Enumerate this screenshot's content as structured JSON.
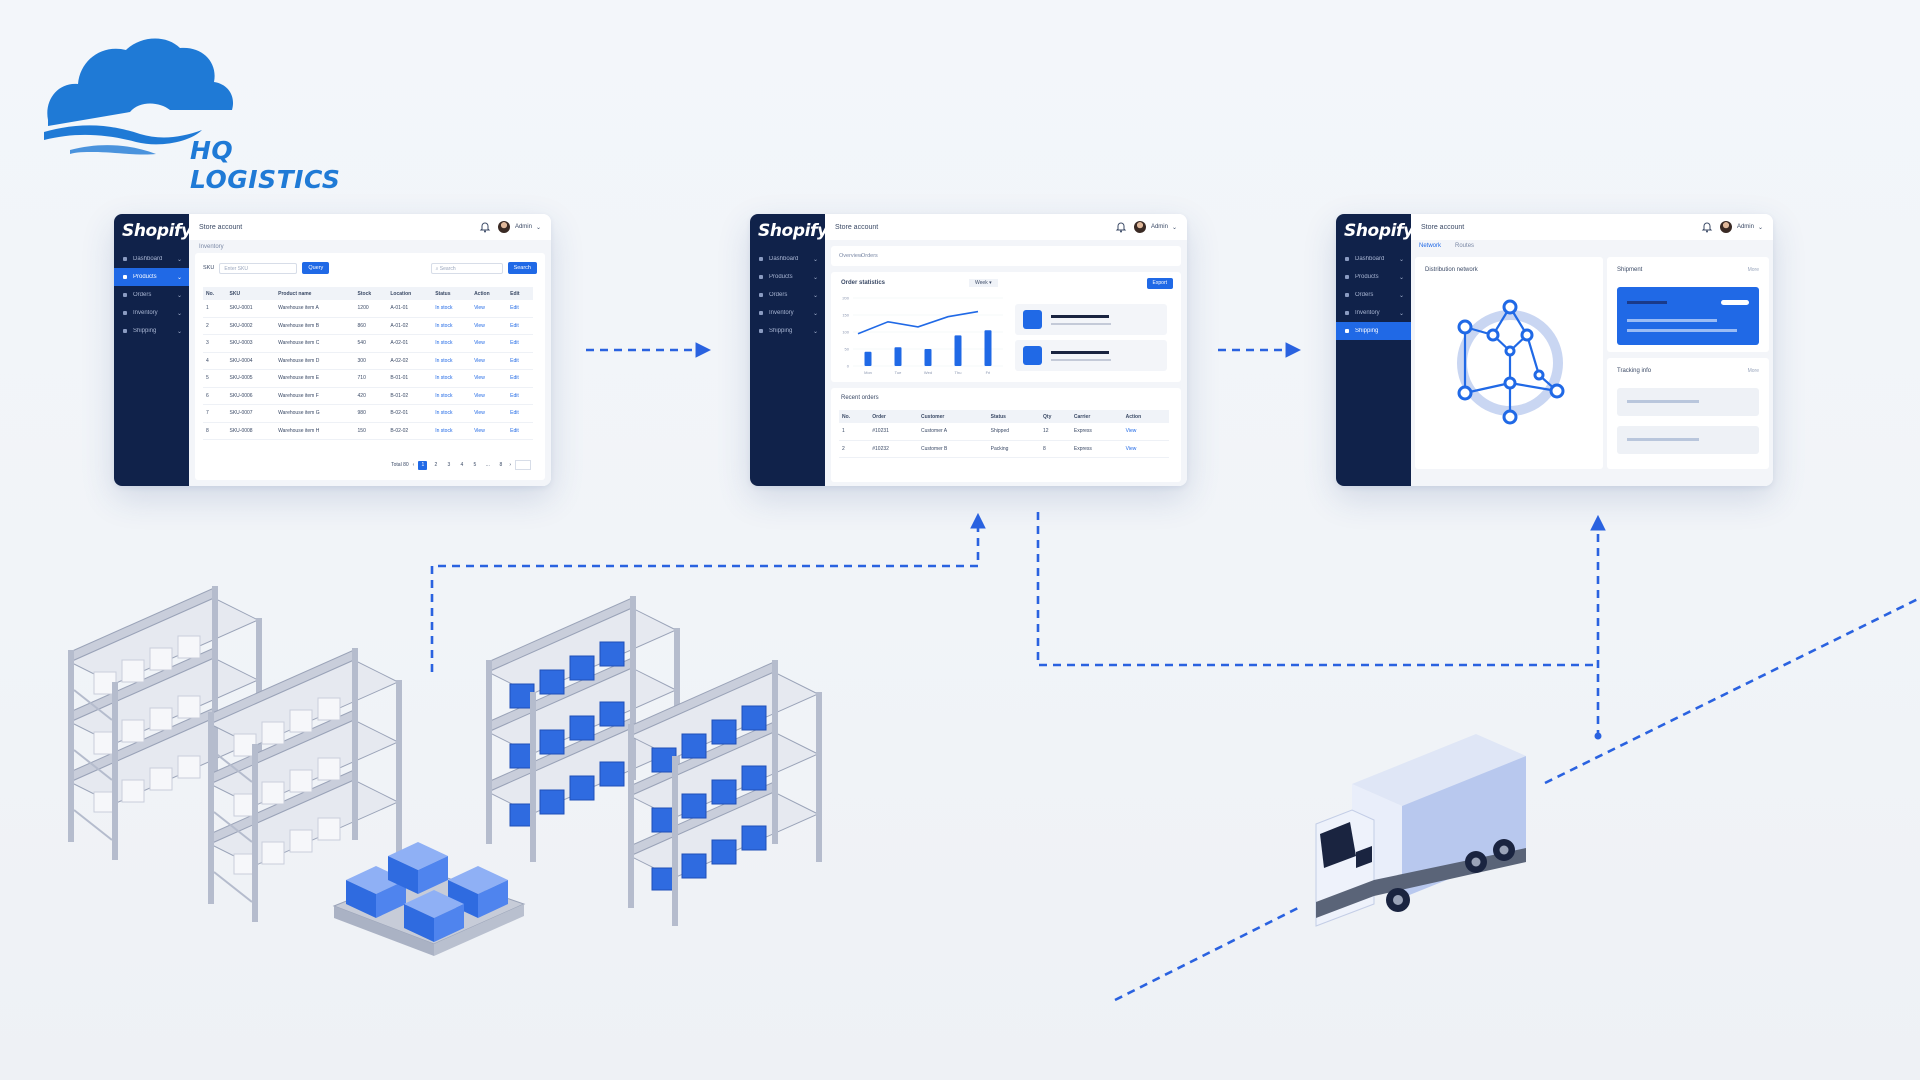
{
  "logo": {
    "text": "HQ LOGISTICS",
    "color": "#1f7ad6"
  },
  "colors": {
    "accent": "#2069e6",
    "sidebar": "#10224a",
    "flow_line": "#2a62e0"
  },
  "windows": [
    {
      "brand": "Shopify",
      "store": "Store account",
      "user": "Admin",
      "breadcrumb": "Inventory",
      "nav": [
        "Dashboard",
        "Products",
        "Orders",
        "Inventory",
        "Shipping"
      ],
      "active_nav": 1,
      "filter": {
        "label": "SKU",
        "placeholder": "Enter SKU",
        "button": "Query",
        "search_placeholder": "Search",
        "search_button": "Search"
      },
      "table": {
        "headers": [
          "No.",
          "SKU",
          "Product name",
          "Stock",
          "Location",
          "Status",
          "Action",
          "Edit"
        ],
        "rows": [
          [
            "1",
            "SKU-0001",
            "Warehouse item A",
            "1200",
            "A-01-01",
            "In stock",
            "View",
            "Edit"
          ],
          [
            "2",
            "SKU-0002",
            "Warehouse item B",
            "860",
            "A-01-02",
            "In stock",
            "View",
            "Edit"
          ],
          [
            "3",
            "SKU-0003",
            "Warehouse item C",
            "540",
            "A-02-01",
            "In stock",
            "View",
            "Edit"
          ],
          [
            "4",
            "SKU-0004",
            "Warehouse item D",
            "300",
            "A-02-02",
            "In stock",
            "View",
            "Edit"
          ],
          [
            "5",
            "SKU-0005",
            "Warehouse item E",
            "710",
            "B-01-01",
            "In stock",
            "View",
            "Edit"
          ],
          [
            "6",
            "SKU-0006",
            "Warehouse item F",
            "420",
            "B-01-02",
            "In stock",
            "View",
            "Edit"
          ],
          [
            "7",
            "SKU-0007",
            "Warehouse item G",
            "980",
            "B-02-01",
            "In stock",
            "View",
            "Edit"
          ],
          [
            "8",
            "SKU-0008",
            "Warehouse item H",
            "150",
            "B-02-02",
            "In stock",
            "View",
            "Edit"
          ]
        ]
      },
      "pager": {
        "total": "Total 80",
        "pages": [
          "1",
          "2",
          "3",
          "4",
          "5",
          "...",
          "8"
        ],
        "current": "1"
      }
    },
    {
      "brand": "Shopify",
      "store": "Store account",
      "user": "Admin",
      "nav": [
        "Dashboard",
        "Products",
        "Orders",
        "Inventory",
        "Shipping"
      ],
      "active_nav": -1,
      "head_tabs": [
        "Overview",
        "Orders"
      ],
      "chart": {
        "title": "Order statistics",
        "control": "Week",
        "button": "Export",
        "y_ticks": [
          "200",
          "150",
          "100",
          "50",
          "0"
        ],
        "categories": [
          "Mon",
          "Tue",
          "Wed",
          "Thu",
          "Fri"
        ],
        "bars": [
          42,
          55,
          50,
          90,
          105
        ],
        "line": [
          95,
          130,
          115,
          145,
          160
        ]
      },
      "table": {
        "title": "Recent orders",
        "headers": [
          "No.",
          "Order",
          "Customer",
          "Status",
          "Qty",
          "Carrier",
          "Action"
        ],
        "rows": [
          [
            "1",
            "#10231",
            "Customer A",
            "Shipped",
            "12",
            "Express",
            "View"
          ],
          [
            "2",
            "#10232",
            "Customer B",
            "Packing",
            "8",
            "Express",
            "View"
          ]
        ]
      }
    },
    {
      "brand": "Shopify",
      "store": "Store account",
      "user": "Admin",
      "nav": [
        "Dashboard",
        "Products",
        "Orders",
        "Inventory",
        "Shipping"
      ],
      "active_nav": 4,
      "tabs": [
        "Network",
        "Routes"
      ],
      "network_title": "Distribution network",
      "top_card_title": "Shipment",
      "bottom_card_title": "Tracking info",
      "more": "More"
    }
  ]
}
